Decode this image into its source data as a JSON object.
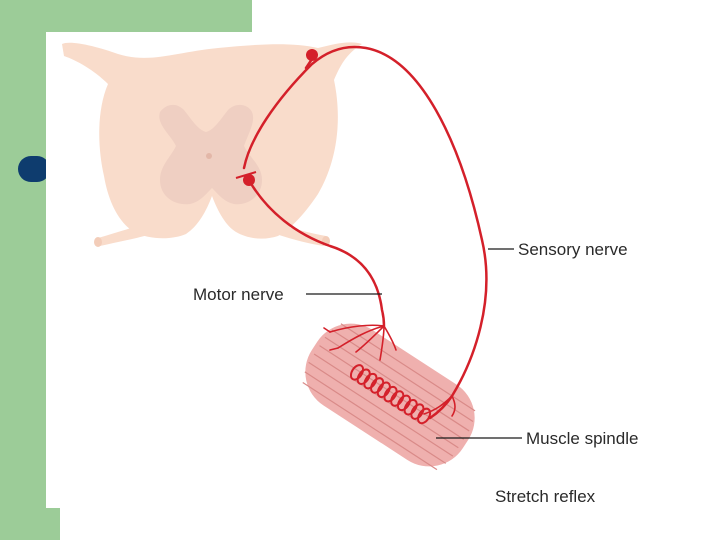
{
  "diagram": {
    "labels": {
      "sensory_nerve": "Sensory nerve",
      "motor_nerve": "Motor nerve",
      "muscle_spindle": "Muscle spindle",
      "stretch_reflex": "Stretch reflex"
    },
    "colors": {
      "slide_green": "#9ccc98",
      "bullet_blue": "#0e3c6e",
      "spinal_cord_white_matter": "#f9dccb",
      "spinal_cord_grey_matter": "#efcfc2",
      "nerve_red": "#d4202a",
      "muscle_fill": "#efb0ae",
      "muscle_fiber": "#d98a88"
    }
  }
}
